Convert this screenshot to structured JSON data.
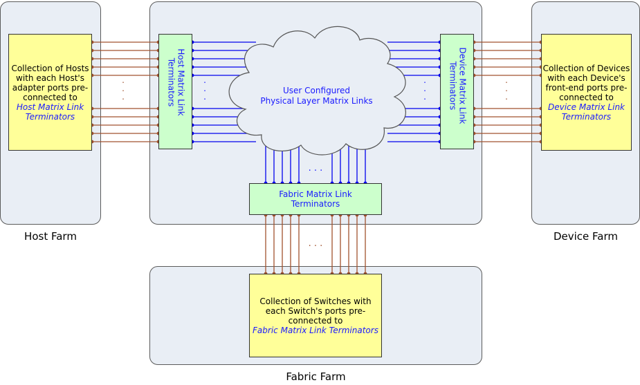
{
  "farms": {
    "host": "Host Farm",
    "device": "Device Farm",
    "fabric": "Fabric Farm"
  },
  "hosts_box": {
    "line1": "Collection of Hosts",
    "line2": "with each Host's",
    "line3": "adapter ports pre-",
    "line4": "connected to",
    "line5": "Host Matrix Link",
    "line6": "Terminators"
  },
  "devices_box": {
    "line1": "Collection of Devices",
    "line2": "with each Device's",
    "line3": "front-end ports pre-",
    "line4": "connected to",
    "line5": "Device Matrix Link",
    "line6": "Terminators"
  },
  "switches_box": {
    "line1": "Collection of Switches with",
    "line2": "each Switch's ports pre-",
    "line3": "connected to",
    "line4": "Fabric Matrix Link Terminators"
  },
  "host_terminators": {
    "line1": "Host Matrix Link",
    "line2": "Terminators"
  },
  "device_terminators": {
    "line1": "Device Matrix Link",
    "line2": "Terminators"
  },
  "fabric_terminators": {
    "line1": "Fabric Matrix Link",
    "line2": "Terminators"
  },
  "cloud": {
    "line1": "User Configured",
    "line2": "Physical Layer Matrix Links"
  },
  "ellipsis": ". . .",
  "colors": {
    "link_blue": "#0000ee",
    "link_brown": "#a0522d",
    "farm_bg": "#e9eef5",
    "terminator": "#ccffcc",
    "collection": "#ffff99"
  }
}
